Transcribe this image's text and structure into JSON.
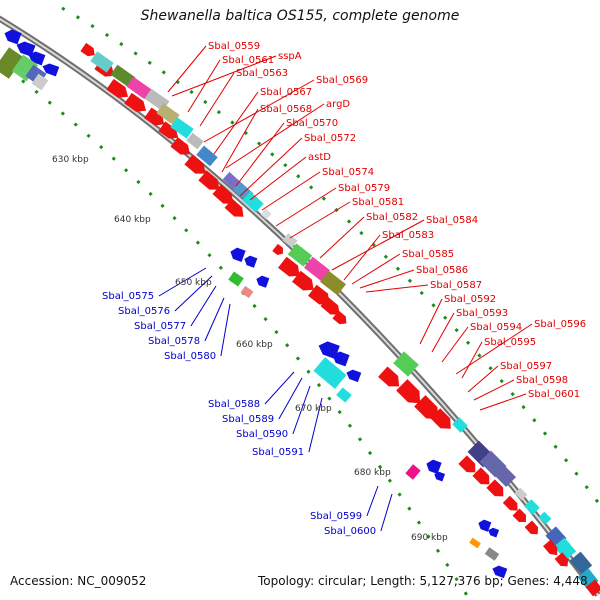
{
  "title": "Shewanella baltica OS155, complete genome",
  "accession": "Accession: NC_009052",
  "topology": "Topology: circular; Length: 5,127,376 bp; Genes: 4,448",
  "colors": {
    "backbone": "#7a7a7a",
    "forward_label": "#e00000",
    "reverse_label": "#0000cc",
    "tick_dot": "#1c8c1c"
  },
  "kbp_ticks": [
    "630 kbp",
    "640 kbp",
    "650 kbp",
    "660 kbp",
    "670 kbp",
    "680 kbp",
    "690 kbp"
  ],
  "forward_genes": [
    "Sbal_0559",
    "sspA",
    "Sbal_0561",
    "Sbal_0563",
    "Sbal_0569",
    "Sbal_0567",
    "argD",
    "Sbal_0568",
    "Sbal_0570",
    "Sbal_0572",
    "astD",
    "Sbal_0574",
    "Sbal_0579",
    "Sbal_0581",
    "Sbal_0582",
    "Sbal_0584",
    "Sbal_0583",
    "Sbal_0585",
    "Sbal_0586",
    "Sbal_0587",
    "Sbal_0592",
    "Sbal_0593",
    "Sbal_0594",
    "Sbal_0596",
    "Sbal_0595",
    "Sbal_0597",
    "Sbal_0598",
    "Sbal_0601"
  ],
  "reverse_genes": [
    "Sbal_0575",
    "Sbal_0576",
    "Sbal_0577",
    "Sbal_0578",
    "Sbal_0580",
    "Sbal_0588",
    "Sbal_0589",
    "Sbal_0590",
    "Sbal_0591",
    "Sbal_0599",
    "Sbal_0600"
  ]
}
